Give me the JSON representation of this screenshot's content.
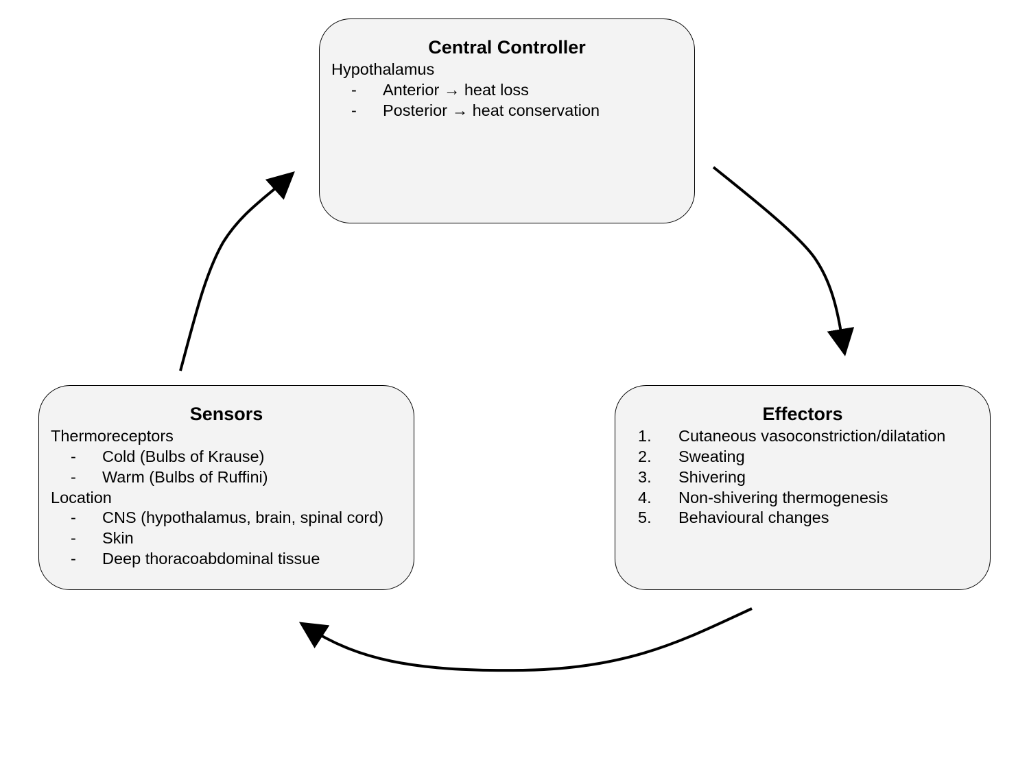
{
  "central": {
    "title": "Central Controller",
    "heading": "Hypothalamus",
    "bullets": [
      {
        "marker": "-",
        "text": "Anterior →  heat loss"
      },
      {
        "marker": "-",
        "text": "Posterior → heat conservation"
      }
    ]
  },
  "sensors": {
    "title": "Sensors",
    "heading1": "Thermoreceptors",
    "bullets1": [
      {
        "marker": "-",
        "text": "Cold (Bulbs of Krause)"
      },
      {
        "marker": "-",
        "text": "Warm (Bulbs of Ruffini)"
      }
    ],
    "heading2": "Location",
    "bullets2": [
      {
        "marker": "-",
        "text": "CNS (hypothalamus, brain, spinal cord)"
      },
      {
        "marker": "-",
        "text": "Skin"
      },
      {
        "marker": "-",
        "text": "Deep thoracoabdominal tissue"
      }
    ]
  },
  "effectors": {
    "title": "Effectors",
    "items": [
      {
        "marker": "1.",
        "text": "Cutaneous vasoconstriction/dilatation"
      },
      {
        "marker": "2.",
        "text": "Sweating"
      },
      {
        "marker": "3.",
        "text": "Shivering"
      },
      {
        "marker": "4.",
        "text": "Non-shivering thermogenesis"
      },
      {
        "marker": "5.",
        "text": "Behavioural changes"
      }
    ]
  },
  "colors": {
    "box_fill": "#f3f3f3",
    "stroke": "#000000",
    "text": "#000000"
  }
}
